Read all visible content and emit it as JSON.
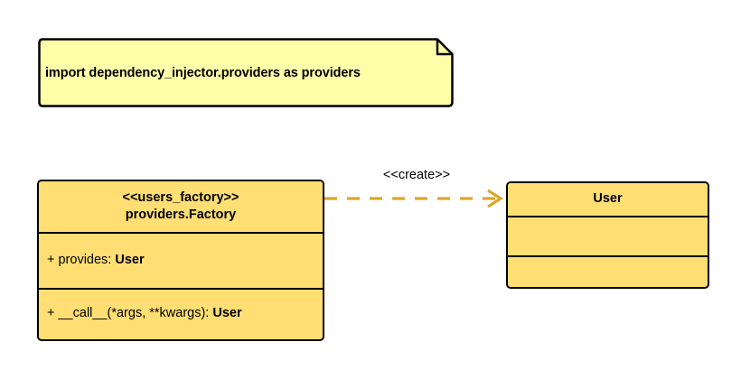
{
  "diagram": {
    "title": "UML class diagram",
    "background_color": "#ffffff",
    "note": {
      "text": "import dependency_injector.providers as providers",
      "fill_color": "#ffffaa",
      "border_color": "#000000"
    },
    "classes": [
      {
        "id": "users_factory",
        "stereotype": "<<users_factory>>",
        "name": "providers.Factory",
        "fill_color": "#ffde73",
        "border_color": "#000000",
        "attributes": [
          {
            "visibility": "+",
            "text": "+ provides: ",
            "type": "User"
          }
        ],
        "operations": [
          {
            "visibility": "+",
            "text": "+ __call__(*args, **kwargs): ",
            "type": "User"
          }
        ]
      },
      {
        "id": "user",
        "stereotype": "",
        "name": "User",
        "fill_color": "#ffde73",
        "border_color": "#000000",
        "attributes": [],
        "operations": []
      }
    ],
    "relationships": [
      {
        "id": "create-dependency",
        "label": "<<create>>",
        "kind": "dependency",
        "line_style": "dashed",
        "arrow_head": "open",
        "color": "#dba628",
        "source": "users_factory",
        "target": "user"
      }
    ]
  }
}
